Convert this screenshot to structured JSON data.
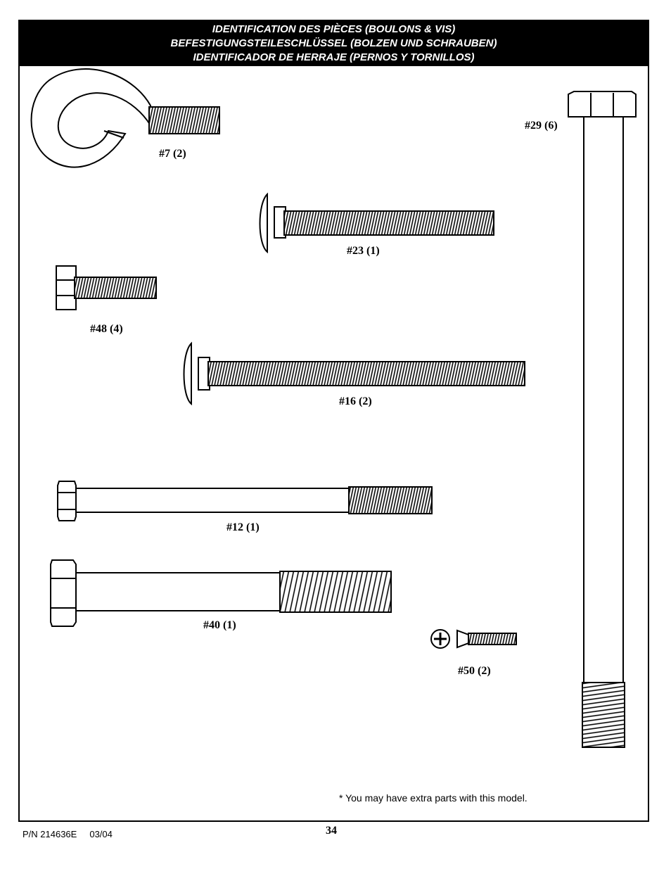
{
  "header": {
    "line_fr": "IDENTIFICATION DES PIÈCES (BOULONS & VIS)",
    "line_de": "BEFESTIGUNGSTEILESCHLÜSSEL (BOLZEN UND SCHRAUBEN)",
    "line_es": "IDENTIFICADOR DE HERRAJE (PERNOS Y TORNILLOS)"
  },
  "parts": {
    "p7": {
      "label": "#7 (2)",
      "icon": "eye-bolt-icon"
    },
    "p23": {
      "label": "#23 (1)",
      "icon": "carriage-bolt-icon"
    },
    "p48": {
      "label": "#48 (4)",
      "icon": "flange-hex-bolt-icon"
    },
    "p16": {
      "label": "#16 (2)",
      "icon": "carriage-bolt-icon"
    },
    "p12": {
      "label": "#12 (1)",
      "icon": "hex-bolt-icon"
    },
    "p40": {
      "label": "#40 (1)",
      "icon": "hex-bolt-icon"
    },
    "p50": {
      "label": "#50 (2)",
      "icon": "phillips-screw-icon"
    },
    "p29": {
      "label": "#29 (6)",
      "icon": "long-hex-bolt-icon"
    }
  },
  "footer": {
    "note": "* You may have extra parts with this model.",
    "part_number": "P/N 214636E",
    "date": "03/04",
    "page": "34"
  }
}
